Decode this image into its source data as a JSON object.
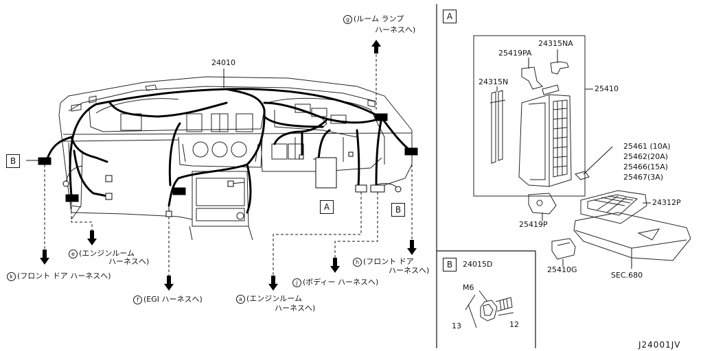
{
  "part_numbers": {
    "main_harness": "24010",
    "section_a_header": "A",
    "fuse_block": "25410",
    "bracket_na": "24315NA",
    "bracket_pa": "25419PA",
    "clip_n": "24315N",
    "bracket_p": "25419P",
    "fuse_1": "25461 (10A)",
    "fuse_2": "25462(20A)",
    "fuse_3": "25466(15A)",
    "fuse_4": "25467(3A)",
    "cover": "24312P",
    "holder": "25410G",
    "sec_ref": "SEC.680",
    "section_b_header": "B",
    "bolt": "24015D",
    "bolt_thread": "M6",
    "dim_13": "13",
    "dim_12": "12",
    "diagram_code": "J24001JV"
  },
  "callouts": {
    "g_letter": "g",
    "g_line1": "(ルーム ランプ",
    "g_line2": "ハーネスへ)",
    "e_letter": "e",
    "e_line1": "(エンジンルーム",
    "e_line2": "ハーネスへ)",
    "k_letter": "k",
    "k_line1": "(フロント ドア ハーネスへ)",
    "f_letter": "f",
    "f_line1": "(EGI ハーネスへ)",
    "a_letter": "a",
    "a_line1": "(エンジンルーム",
    "a_line2": "ハーネスへ)",
    "j_letter": "j",
    "j_line1": "(ボディー ハーネスへ)",
    "h_letter": "h",
    "h_line1": "(フロント ドア",
    "h_line2": "ハーネスへ)"
  },
  "ref_boxes": {
    "left_b": "B",
    "center_a": "A",
    "right_b": "B"
  }
}
